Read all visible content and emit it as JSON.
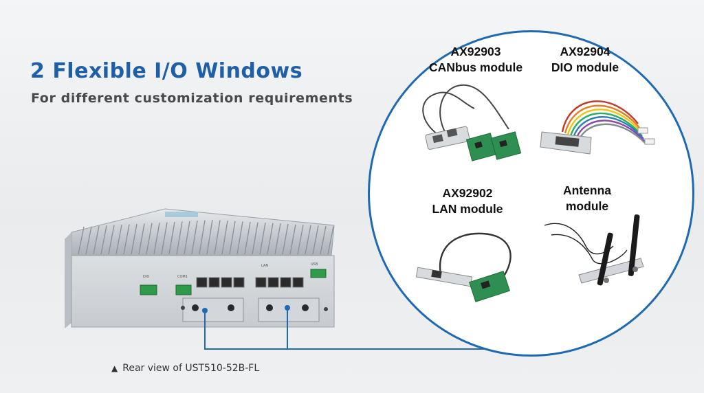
{
  "headline": "2 Flexible I/O Windows",
  "subhead": "For different customization requirements",
  "caption": {
    "icon": "triangle-up-icon",
    "text": "Rear view of UST510-52B-FL"
  },
  "modules": [
    {
      "part": "AX92903",
      "name": "CANbus module"
    },
    {
      "part": "AX92904",
      "name": "DIO module"
    },
    {
      "part": "AX92902",
      "name": "LAN module"
    },
    {
      "part": "Antenna",
      "name": "module"
    }
  ],
  "device_port_labels": [
    "DIO",
    "COM1",
    "LAN",
    "USB"
  ],
  "colors": {
    "accent": "#1f69b3",
    "headline": "#1f5fa8",
    "subhead": "#4a4a4a",
    "pcb": "#2f8f52"
  }
}
